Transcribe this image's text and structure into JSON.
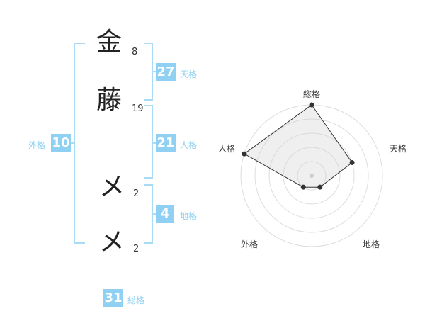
{
  "name_chars": [
    {
      "char": "金",
      "strokes": "8"
    },
    {
      "char": "藤",
      "strokes": "19"
    },
    {
      "char": "メ",
      "strokes": "2"
    },
    {
      "char": "メ",
      "strokes": "2"
    }
  ],
  "fortunes": {
    "tenkaku": {
      "value": "27",
      "label": "天格"
    },
    "jinkaku": {
      "value": "21",
      "label": "人格"
    },
    "chikaku": {
      "value": "4",
      "label": "地格"
    },
    "gaikaku": {
      "value": "10",
      "label": "外格"
    },
    "soukaku": {
      "value": "31",
      "label": "総格"
    }
  },
  "radar": {
    "axes": [
      "総格",
      "天格",
      "地格",
      "外格",
      "人格"
    ],
    "levels": 5,
    "values": [
      5,
      3,
      1,
      1,
      5
    ],
    "max": 5
  },
  "colors": {
    "accent": "#8fd0f3",
    "bracket": "#a9dbf6"
  }
}
